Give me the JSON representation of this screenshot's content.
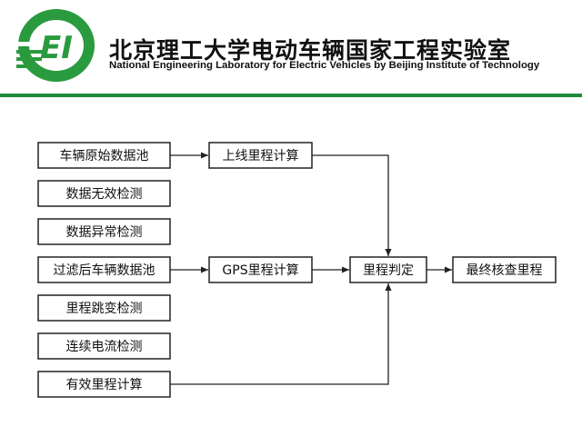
{
  "header": {
    "title_cn": "北京理工大学电动车辆国家工程实验室",
    "title_en": "National Engineering Laboratory for Electric Vehicles by Beijing Institute of Technology"
  },
  "logo": {
    "text": "EI",
    "icon": "ei-logo-icon"
  },
  "colors": {
    "accent_green": "#1e8a3c",
    "box_border": "#222222"
  },
  "flow": {
    "left_column": [
      "车辆原始数据池",
      "数据无效检测",
      "数据异常检测",
      "过滤后车辆数据池",
      "里程跳变检测",
      "连续电流检测",
      "有效里程计算"
    ],
    "online_mileage": "上线里程计算",
    "gps_mileage": "GPS里程计算",
    "mileage_decision": "里程判定",
    "final_mileage": "最终核查里程"
  }
}
